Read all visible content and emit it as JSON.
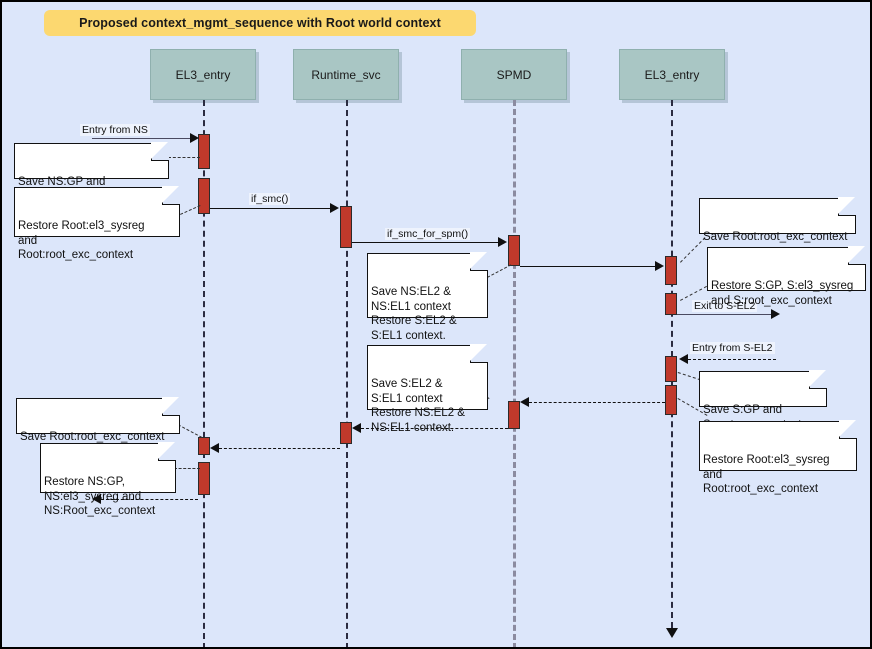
{
  "diagram": {
    "title": "Proposed context_mgmt_sequence with Root world context",
    "type": "sequence-diagram",
    "background_color": "#dce6fa",
    "title_color": "#fcd870",
    "participant_color": "#a9c6c4",
    "activation_color": "#c0392b"
  },
  "participants": [
    {
      "id": "el3_entry_ns",
      "label": "EL3_entry"
    },
    {
      "id": "runtime_svc",
      "label": "Runtime_svc"
    },
    {
      "id": "spmd",
      "label": "SPMD"
    },
    {
      "id": "el3_entry_s",
      "label": "EL3_entry"
    }
  ],
  "messages": [
    {
      "id": "m1",
      "label": "Entry from NS",
      "from": "external",
      "to": "el3_entry_ns",
      "style": "solid"
    },
    {
      "id": "m2",
      "label": "if_smc()",
      "from": "el3_entry_ns",
      "to": "runtime_svc",
      "style": "solid"
    },
    {
      "id": "m3",
      "label": "if_smc_for_spm()",
      "from": "runtime_svc",
      "to": "spmd",
      "style": "solid"
    },
    {
      "id": "m4",
      "label": "",
      "from": "spmd",
      "to": "el3_entry_s",
      "style": "solid"
    },
    {
      "id": "m5",
      "label": "Exit to S-EL2",
      "from": "el3_entry_s",
      "to": "external",
      "style": "solid"
    },
    {
      "id": "m6",
      "label": "Entry from S-EL2",
      "from": "external",
      "to": "el3_entry_s",
      "style": "solid"
    },
    {
      "id": "m7",
      "label": "",
      "from": "el3_entry_s",
      "to": "spmd",
      "style": "dashed"
    },
    {
      "id": "m8",
      "label": "",
      "from": "spmd",
      "to": "runtime_svc",
      "style": "dashed"
    },
    {
      "id": "m9",
      "label": "",
      "from": "runtime_svc",
      "to": "el3_entry_ns",
      "style": "dashed"
    },
    {
      "id": "m10",
      "label": "",
      "from": "el3_entry_ns",
      "to": "external",
      "style": "dashed"
    }
  ],
  "notes": [
    {
      "id": "n1",
      "text": "Save NS:GP and\nNS:Root_exc_context"
    },
    {
      "id": "n2",
      "text": "Restore Root:el3_sysreg\nand\nRoot:root_exc_context"
    },
    {
      "id": "n3",
      "text": "Save NS:EL2 &\nNS:EL1 context\nRestore S:EL2 &\nS:EL1 context."
    },
    {
      "id": "n4",
      "text": "Save Root:root_exc_context"
    },
    {
      "id": "n5",
      "text": "Restore S:GP, S:el3_sysreg\nand S:root_exc_context"
    },
    {
      "id": "n6",
      "text": "Save S:EL2 &\nS:EL1 context\nRestore NS:EL2 &\nNS:EL1 context."
    },
    {
      "id": "n7",
      "text": "Save S:GP and\nS:root_exc_context"
    },
    {
      "id": "n8",
      "text": "Restore Root:el3_sysreg\nand\nRoot:root_exc_context"
    },
    {
      "id": "n9",
      "text": "Save Root:root_exc_context"
    },
    {
      "id": "n10",
      "text": "Restore NS:GP,\nNS:el3_sysreg and\nNS:Root_exc_context"
    }
  ]
}
